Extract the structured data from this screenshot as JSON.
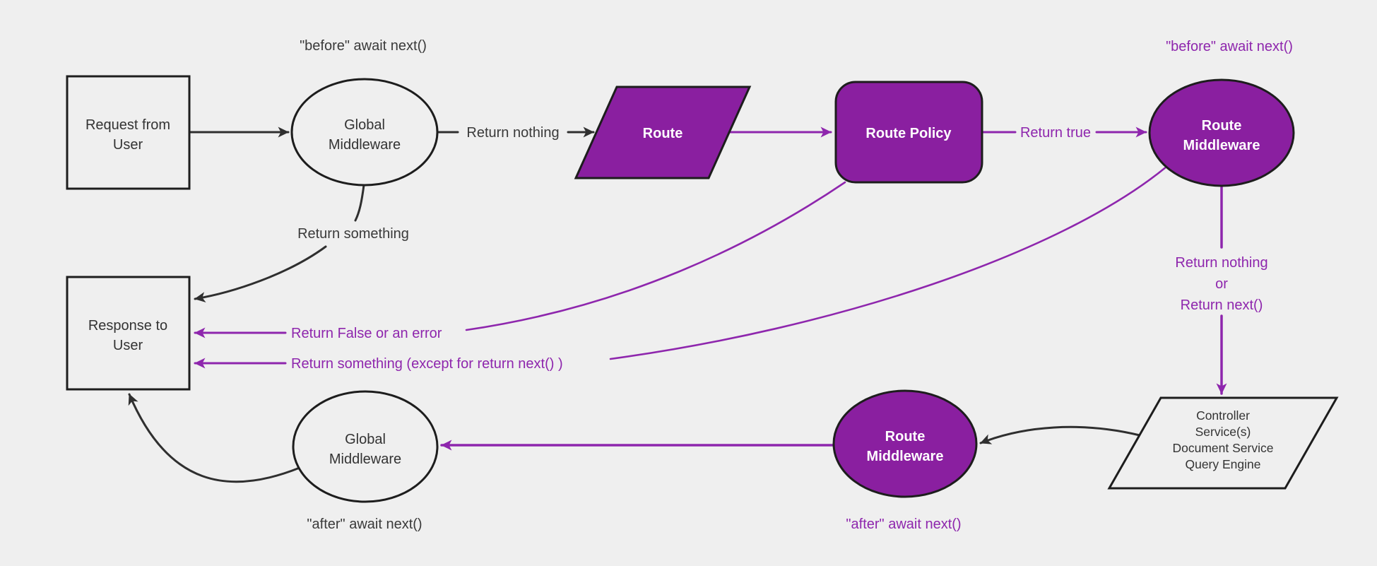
{
  "diagram": {
    "type": "flowchart",
    "description": "Request lifecycle middleware flow diagram"
  },
  "colors": {
    "background": "#efefef",
    "shape_border": "#1d1d1d",
    "purple_fill": "#8a1fa0",
    "purple_line": "#8e26ad",
    "black_line": "#2f2f2f",
    "dark_text": "#333333",
    "white_text": "#ffffff"
  },
  "nodes": {
    "request": {
      "line1": "Request from",
      "line2": "User",
      "shape": "rectangle"
    },
    "global_middleware_top": {
      "line1": "Global",
      "line2": "Middleware",
      "shape": "ellipse"
    },
    "route": {
      "label": "Route",
      "shape": "parallelogram"
    },
    "route_policy": {
      "label": "Route Policy",
      "shape": "rounded-rectangle"
    },
    "route_middleware_top": {
      "line1": "Route",
      "line2": "Middleware",
      "shape": "ellipse"
    },
    "controller": {
      "line1": "Controller",
      "line2": "Service(s)",
      "line3": "Document Service",
      "line4": "Query Engine",
      "shape": "parallelogram"
    },
    "route_middleware_bottom": {
      "line1": "Route",
      "line2": "Middleware",
      "shape": "ellipse"
    },
    "global_middleware_bottom": {
      "line1": "Global",
      "line2": "Middleware",
      "shape": "ellipse"
    },
    "response": {
      "line1": "Response to",
      "line2": "User",
      "shape": "rectangle"
    }
  },
  "edge_labels": {
    "before_await_next_dark": "\"before\" await next()",
    "before_await_next_purple": "\"before\" await next()",
    "return_nothing": "Return nothing",
    "return_true": "Return true",
    "return_something": "Return something",
    "return_nothing_or": {
      "line1": "Return nothing",
      "line2": "or",
      "line3": "Return next()"
    },
    "return_false_or_error": "Return False or an error",
    "return_something_except": "Return something (except for return next() )",
    "after_await_next_purple": "\"after\" await next()",
    "after_await_next_dark": "\"after\" await next()"
  }
}
